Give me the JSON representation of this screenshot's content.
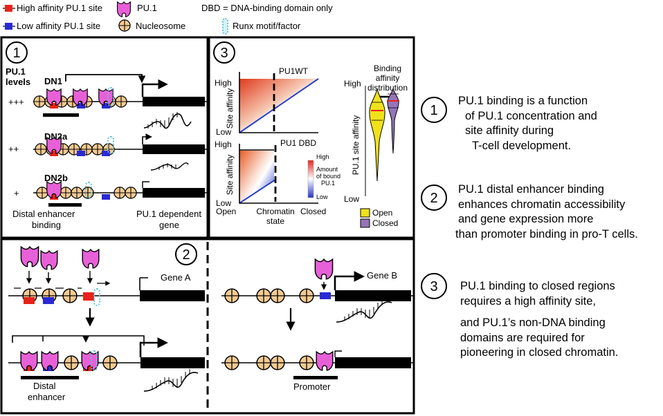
{
  "legend": {
    "high_site": "High affinity PU.1 site",
    "low_site": "Low affinity PU.1 site",
    "pu1": "PU.1",
    "nucleosome": "Nucleosome",
    "dbd": "DBD = DNA-binding domain only",
    "runx": "Runx motif/factor"
  },
  "colors": {
    "high_site": "#e8231b",
    "low_site": "#2a2ad4",
    "pu1_fill": "#e860d8",
    "nucleosome_fill": "#f4ca92",
    "runx": "#5fc3d4",
    "violin_open": "#f0e21a",
    "violin_closed": "#9575b8",
    "heat_high": "#e8431f",
    "heat_low": "#2a3fc8"
  },
  "panel1": {
    "number": "1",
    "levels_label_1": "PU.1",
    "levels_label_2": "levels",
    "stages": [
      {
        "name": "DN1",
        "level": "+++"
      },
      {
        "name": "DN2a",
        "level": "++"
      },
      {
        "name": "DN2b",
        "level": "+"
      }
    ],
    "distal_label_1": "Distal enhancer",
    "distal_label_2": "binding",
    "gene_label_1": "PU.1 dependent",
    "gene_label_2": "gene"
  },
  "panel3": {
    "number": "3",
    "top": {
      "tag": "PU1WT",
      "y_label": "Site affinity",
      "y_high": "High",
      "y_low": "Low"
    },
    "bottom": {
      "tag": "PU1 DBD",
      "y_label": "Site affinity",
      "y_high": "High",
      "y_low": "Low"
    },
    "x_open": "Open",
    "x_title_1": "Chromatin",
    "x_title_2": "state",
    "x_closed": "Closed",
    "colorbar": {
      "high": "High",
      "title_1": "Amount",
      "title_2": "of bound",
      "title_3": "PU.1",
      "low": "Low"
    },
    "violin": {
      "title_1": "Binding",
      "title_2": "affinity",
      "title_3": "distribution",
      "y_label": "PU.1 site affinity",
      "y_high": "High",
      "y_low": "Low",
      "legend_open": "Open",
      "legend_closed": "Closed"
    }
  },
  "panel2": {
    "number": "2",
    "gene_a": "Gene A",
    "gene_b": "Gene B",
    "distal_1": "Distal",
    "distal_2": "enhancer",
    "promoter": "Promoter"
  },
  "summaries": [
    {
      "number": "1",
      "lines": [
        "PU.1 binding is a function",
        "of PU.1 concentration and",
        "site affinity during",
        "T-cell development."
      ]
    },
    {
      "number": "2",
      "lines": [
        "PU.1 distal enhancer binding",
        "enhances chromatin accessibility",
        "and gene expression more",
        "than promoter binding in pro-T cells."
      ]
    },
    {
      "number": "3",
      "lines": [
        "PU.1 binding to closed regions",
        "requires a high affinity site,",
        "",
        "and PU.1’s non-DNA binding",
        "domains are required for",
        "pioneering in closed chromatin."
      ]
    }
  ]
}
